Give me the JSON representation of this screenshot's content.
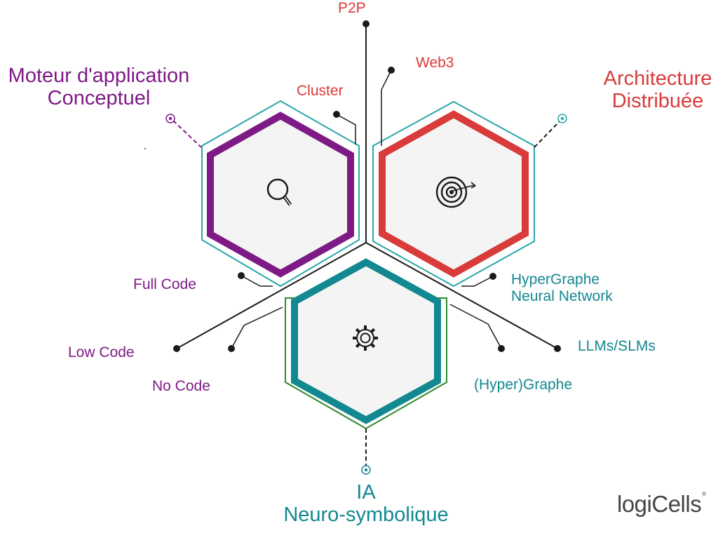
{
  "labels": {
    "p2p": "P2P",
    "web3": "Web3",
    "cluster": "Cluster",
    "full_code": "Full Code",
    "low_code": "Low Code",
    "no_code": "No Code",
    "hypergraphe_line1": "HyperGraphe",
    "hypergraphe_line2": "Neural Network",
    "llms": "LLMs/SLMs",
    "hyper_graphe": "(Hyper)Graphe"
  },
  "titles": {
    "moteur_line1": "Moteur d'application",
    "moteur_line2": "Conceptuel",
    "architecture_line1": "Architecture",
    "architecture_line2": "Distribuée",
    "ia_line1": "IA",
    "ia_line2": "Neuro-symbolique"
  },
  "logo": {
    "prefix": "logi",
    "suffix": "Cells",
    "mark": "®"
  },
  "icons": {
    "purple_hex": "magnifier-icon",
    "red_hex": "target-icon",
    "teal_hex": "gear-icon"
  },
  "colors": {
    "purple": "#7e1a86",
    "red": "#d93a3a",
    "teal": "#128890",
    "cyan_outline": "#2aa6a6",
    "green_outline": "#2e8b2e",
    "hex_fill": "#f4f4f4",
    "line": "#1a1a1a"
  }
}
